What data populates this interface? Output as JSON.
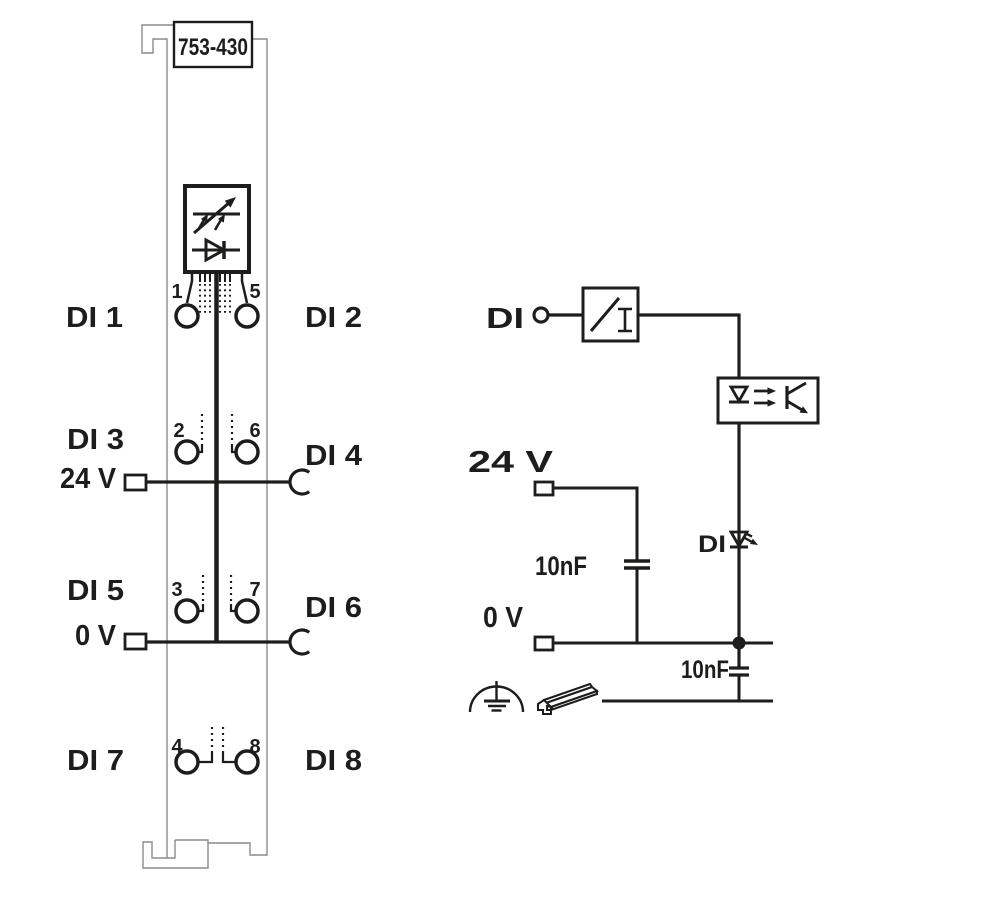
{
  "module": {
    "part_number": "753-430",
    "rows": [
      {
        "left_label": "DI 1",
        "left_terminal": "1",
        "right_terminal": "5",
        "right_label": "DI 2"
      },
      {
        "left_label": "DI 3",
        "left_terminal": "2",
        "right_terminal": "6",
        "right_label": "DI 4",
        "bus_label": "24 V"
      },
      {
        "left_label": "DI 5",
        "left_terminal": "3",
        "right_terminal": "7",
        "right_label": "DI 6",
        "bus_label": "0 V"
      },
      {
        "left_label": "DI 7",
        "left_terminal": "4",
        "right_terminal": "8",
        "right_label": "DI 8"
      }
    ]
  },
  "schematic": {
    "input_label": "DI",
    "supply_label": "24 V",
    "supply_capacitor": "10nF",
    "ground_label": "0 V",
    "led_label": "DI",
    "earth_capacitor": "10nF"
  },
  "colors": {
    "ink": "#1d1d1b",
    "module_outline": "#8c8c8c",
    "background": "#ffffff"
  }
}
